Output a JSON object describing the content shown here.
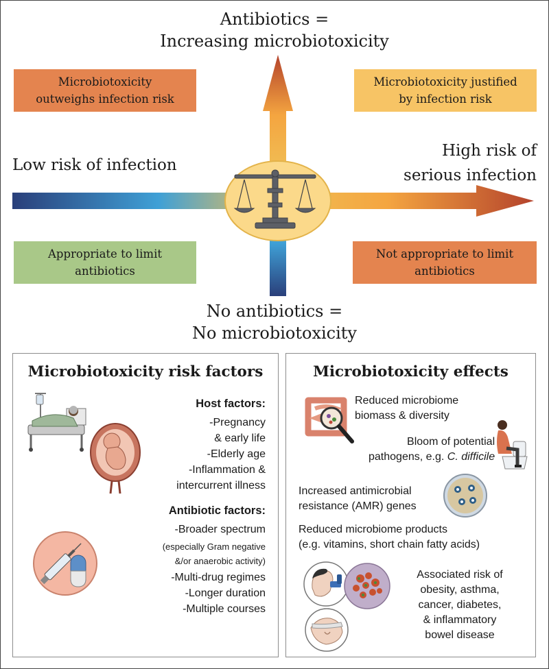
{
  "axis": {
    "top_label": [
      "Antibiotics =",
      "Increasing microbiotoxicity"
    ],
    "bottom_label": [
      "No antibiotics =",
      "No microbiotoxicity"
    ],
    "left_label": "Low risk of infection",
    "right_label": [
      "High risk of",
      "serious infection"
    ]
  },
  "quadrants": {
    "top_left": [
      "Microbiotoxicity",
      "outweighs infection risk"
    ],
    "top_right": [
      "Microbiotoxicity justified",
      "by infection risk"
    ],
    "bottom_left": [
      "Appropriate to limit",
      "antibiotics"
    ],
    "bottom_right": [
      "Not appropriate to limit",
      "antibiotics"
    ]
  },
  "quadrant_colors": {
    "top_left": "#e4844f",
    "top_right": "#f7c465",
    "bottom_left": "#a9c888",
    "bottom_right": "#e4844f"
  },
  "risk_factors": {
    "title": "Microbiotoxicity risk factors",
    "host_heading": "Host factors:",
    "host_items": [
      "-Pregnancy",
      "& early life",
      "-Elderly age",
      "-Inflammation &",
      "intercurrent illness"
    ],
    "antibiotic_heading": "Antibiotic factors:",
    "antibiotic_items": [
      "-Broader spectrum",
      "(especially Gram negative",
      "&/or anaerobic activity)",
      "-Multi-drug regimes",
      "-Longer duration",
      "-Multiple courses"
    ]
  },
  "effects": {
    "title": "Microbiotoxicity effects",
    "reduced_biomass": [
      "Reduced microbiome",
      "biomass & diversity"
    ],
    "bloom": [
      "Bloom of potential",
      "pathogens, e.g. ",
      "C. difficile"
    ],
    "amr": [
      "Increased antimicrobial",
      "resistance (AMR) genes"
    ],
    "products": [
      "Reduced microbiome products",
      "(e.g. vitamins, short chain fatty acids)"
    ],
    "associated_risk": [
      "Associated risk of",
      "obesity, asthma,",
      "cancer, diabetes,",
      "& inflammatory",
      "bowel disease"
    ]
  },
  "icons": [
    "scales-of-justice-icon",
    "hospital-bed-patient-icon",
    "fetus-in-womb-icon",
    "syringe-and-capsule-icon",
    "intestine-magnifier-icon",
    "person-on-toilet-icon",
    "petri-dish-icon",
    "inhaler-child-icon",
    "cell-tissue-icon",
    "abdomen-icon"
  ],
  "colors": {
    "arrow_cold": "#2a3f7a",
    "arrow_mid": "#3fa0d6",
    "arrow_warm": "#f4a540",
    "arrow_hot": "#b4432c",
    "center_ellipse": "#fbd98a"
  }
}
